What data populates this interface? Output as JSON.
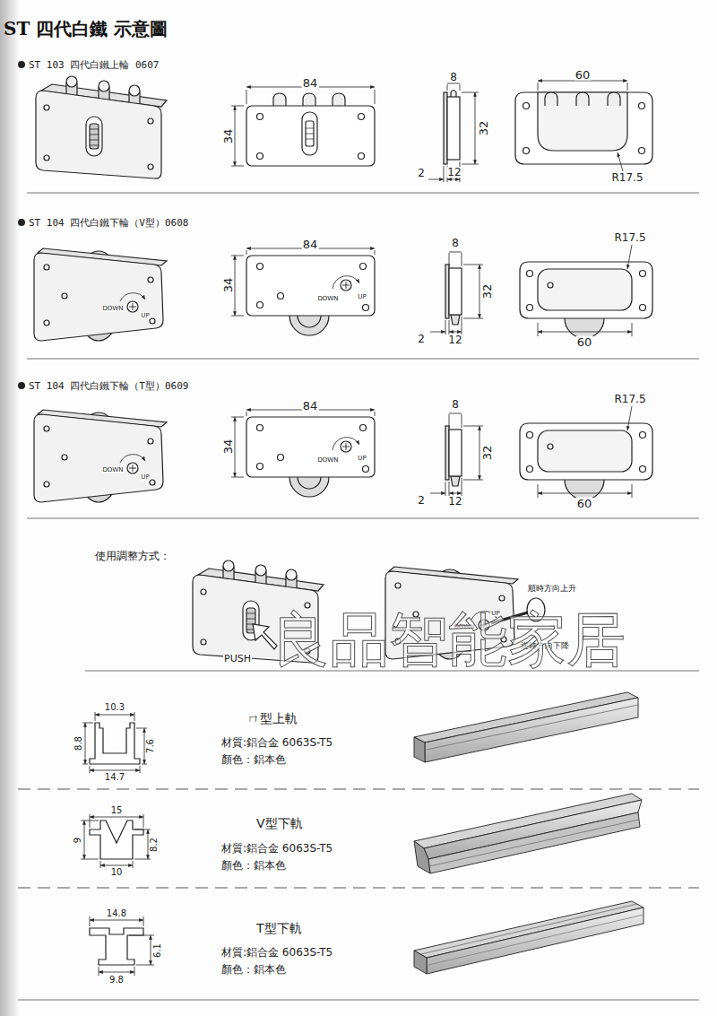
{
  "diagram": {
    "title": "ST 四代白鐵 示意圖",
    "labels": [
      "ST 103 四代白鐵上輪 0607",
      "84",
      "34",
      "8",
      "32",
      "2",
      "12",
      "60",
      "R17.5",
      "ST 104 四代白鐵下輪（V型）0608",
      "DOWN",
      "UP",
      "84",
      "34",
      "DOWN",
      "UP",
      "8",
      "32",
      "2",
      "12",
      "R17.5",
      "60",
      "ST 104 四代白鐵下輪（T型）0609",
      "DOWN",
      "UP",
      "84",
      "34",
      "DOWN",
      "UP",
      "8",
      "32",
      "2",
      "12",
      "R17.5",
      "60",
      "使用調整方式：",
      "DOWN",
      "UP",
      "順時方向上升",
      "PUSH",
      "逆時方向下降",
      "良品智能家居",
      "10.3",
      "8.8",
      "7.6",
      "14.7",
      "ㄇ型上軌",
      "材質:鋁合金 6063S-T5",
      "顏色：鋁本色",
      "15",
      "9",
      "8.2",
      "10",
      "V型下軌",
      "材質:鋁合金 6063S-T5",
      "顏色：鋁本色",
      "14.8",
      "6.1",
      "9.8",
      "T型下軌",
      "材質:鋁合金 6063S-T5",
      "顏色：鋁本色"
    ]
  }
}
